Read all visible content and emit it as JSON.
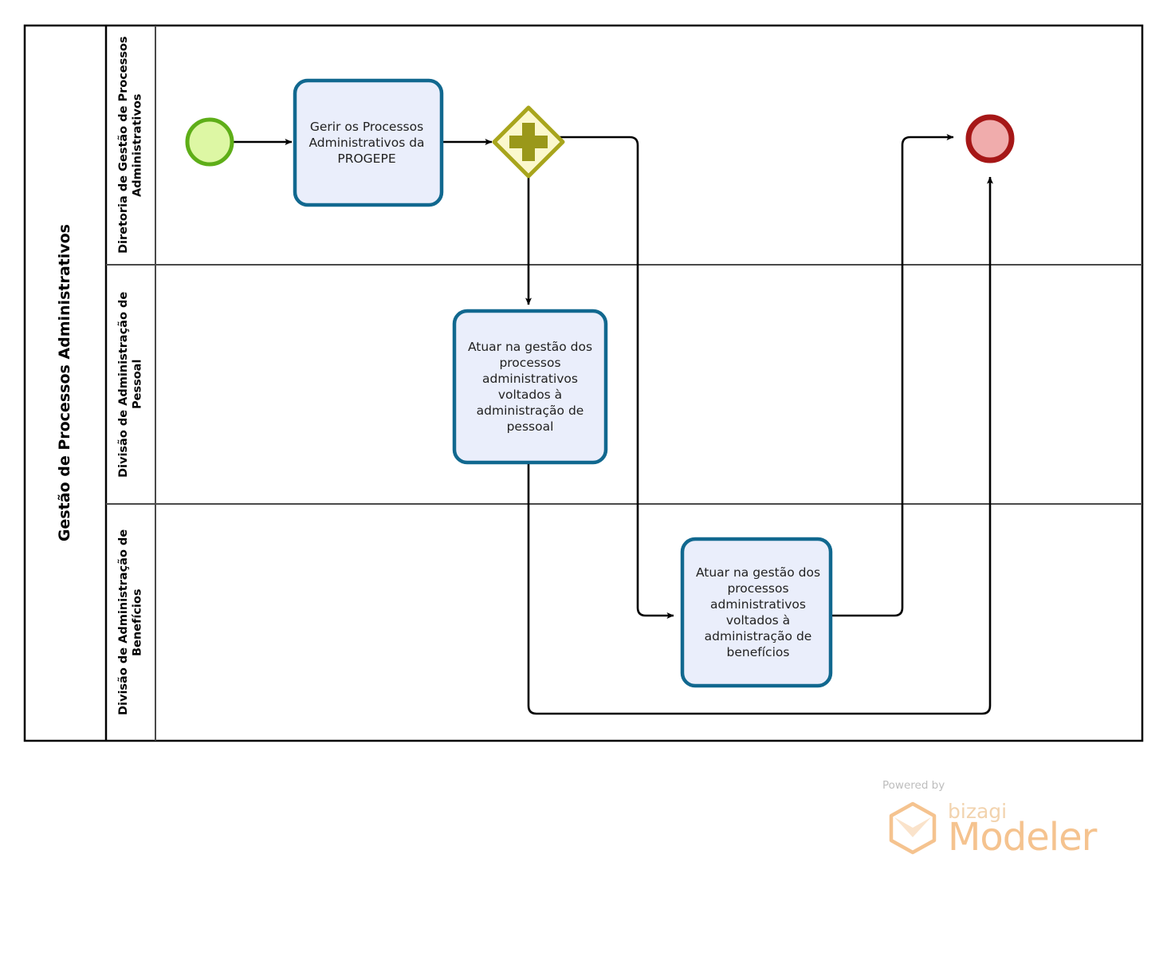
{
  "diagram": {
    "type": "bpmn-process-diagram",
    "pool": {
      "name": "Gestão de Processos Administrativos"
    },
    "lanes": [
      {
        "id": "lane-diretoria",
        "name": "Diretoria de Gestão de Processos Administrativos"
      },
      {
        "id": "lane-pessoal",
        "name": "Divisão de Administração de Pessoal"
      },
      {
        "id": "lane-beneficios",
        "name": "Divisão de Administração de Benefícios"
      }
    ],
    "nodes": [
      {
        "id": "start-event",
        "type": "start-event",
        "lane": 0,
        "label": ""
      },
      {
        "id": "task-gerir",
        "type": "task",
        "lane": 0,
        "label": "Gerir os Processos Administrativos da PROGEPE"
      },
      {
        "id": "gateway-parallel",
        "type": "parallel-gateway",
        "lane": 0,
        "label": "",
        "symbol": "+"
      },
      {
        "id": "task-pessoal",
        "type": "task",
        "lane": 1,
        "label": "Atuar na gestão dos processos administrativos voltados à administração de pessoal"
      },
      {
        "id": "task-beneficios",
        "type": "task",
        "lane": 2,
        "label": "Atuar na gestão dos processos administrativos voltados à administração de benefícios"
      },
      {
        "id": "end-event",
        "type": "end-event",
        "lane": 0,
        "label": ""
      }
    ],
    "flows": [
      {
        "from": "start-event",
        "to": "task-gerir"
      },
      {
        "from": "task-gerir",
        "to": "gateway-parallel"
      },
      {
        "from": "gateway-parallel",
        "to": "task-pessoal"
      },
      {
        "from": "gateway-parallel",
        "to": "task-beneficios"
      },
      {
        "from": "task-pessoal",
        "to": "end-event"
      },
      {
        "from": "task-beneficios",
        "to": "end-event"
      }
    ],
    "colors": {
      "task_fill": "#eaeefb",
      "task_stroke": "#11688f",
      "start_fill": "#ddf7a4",
      "start_stroke": "#5eae18",
      "end_fill": "#f0acac",
      "end_stroke": "#a61717",
      "gateway_fill": "#fbf8cd",
      "gateway_stroke": "#a8a51c",
      "gateway_symbol": "#9a981a",
      "pool_stroke": "#000000",
      "lane_stroke": "#4a4a4a",
      "flow_stroke": "#000000"
    }
  },
  "footer": {
    "powered_by": "Powered by",
    "brand": "bizagi",
    "product": "Modeler",
    "mark_icon": "bizagi-cube-icon"
  }
}
